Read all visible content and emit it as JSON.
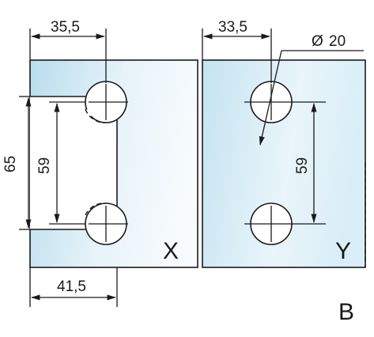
{
  "panels": [
    {
      "id": "X",
      "label": "X"
    },
    {
      "id": "Y",
      "label": "Y"
    }
  ],
  "dimensions": {
    "x_top_offset": "35,5",
    "x_bottom_offset": "41,5",
    "x_outer_height": "65",
    "x_hole_spacing": "59",
    "y_top_offset": "33,5",
    "y_hole_spacing": "59",
    "hole_diameter": "20"
  },
  "diameter_symbol": "Ø",
  "variant_label": "B",
  "colors": {
    "glass_light": "#ffffff",
    "glass_tint": "#cde8f2",
    "glass_deep": "#b6dced",
    "line": "#1a1a1a"
  }
}
